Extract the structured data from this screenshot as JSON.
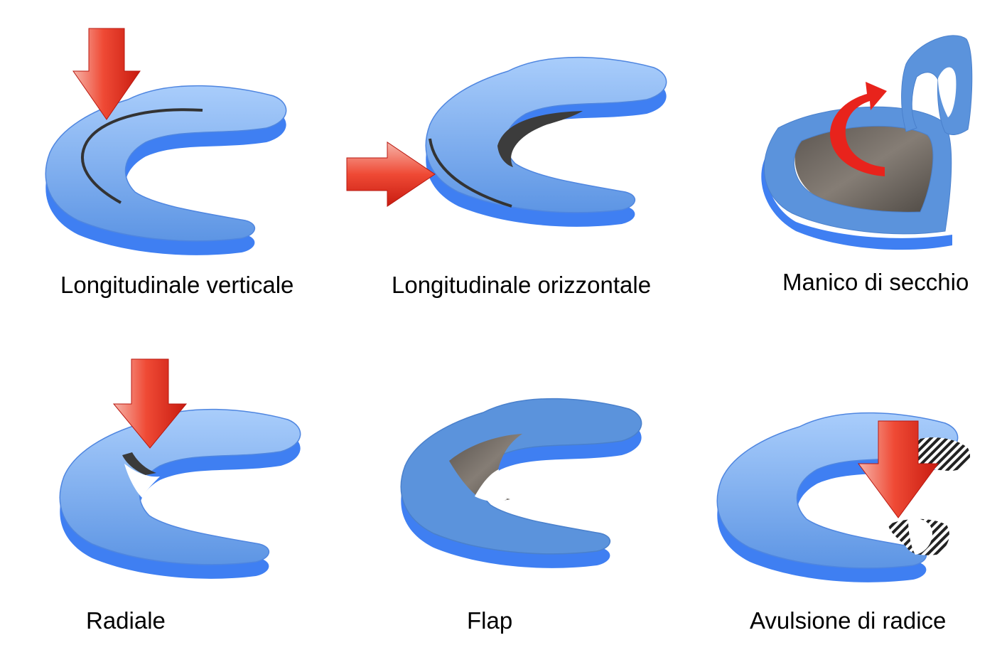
{
  "colors": {
    "meniscus_top": "#a9cdfb",
    "meniscus_mid": "#79a9ee",
    "meniscus_base": "#3f7ff2",
    "meniscus_flat": "#5b93dc",
    "tear": "#3a3a3a",
    "cavity": "#6b6560",
    "arrow": "#e8231c"
  },
  "icons": {
    "arrow_down": "arrow-down-icon",
    "arrow_right": "arrow-right-icon",
    "arrow_curved": "curved-arrow-icon"
  },
  "panels": [
    {
      "label": "Longitudinale verticale"
    },
    {
      "label": "Longitudinale orizzontale"
    },
    {
      "label": "Manico di secchio"
    },
    {
      "label": "Radiale"
    },
    {
      "label": "Flap"
    },
    {
      "label": "Avulsione di radice"
    }
  ]
}
